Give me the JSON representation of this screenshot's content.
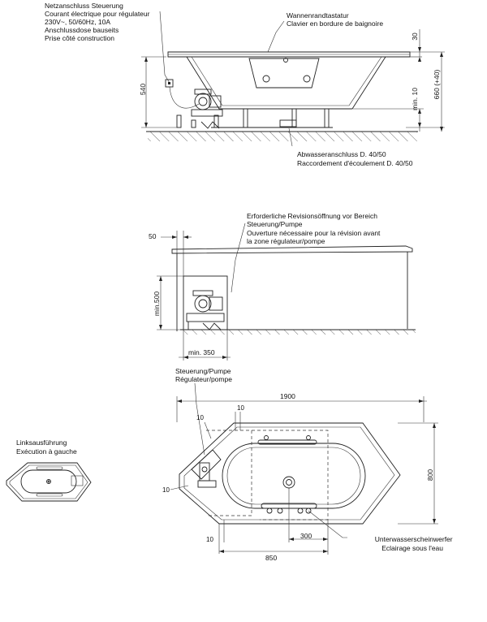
{
  "side_view": {
    "mains_label": [
      "Netzanschluss Steuerung",
      "Courant électrique pour régulateur",
      "230V~, 50/60Hz, 10A",
      "Anschlussdose bauseits",
      "Prise côté construction"
    ],
    "keypad_label": [
      "Wannenrandtastatur",
      "Clavier en bordure de baignoire"
    ],
    "drain_label": [
      "Abwasseranschluss D. 40/50",
      "Raccordement d'écoulement D. 40/50"
    ],
    "dim_540": "540",
    "dim_30": "30",
    "dim_min10": "min. 10",
    "dim_660": "660 (+40)"
  },
  "revision_view": {
    "label": [
      "Erforderliche Revisionsöffnung vor Bereich",
      "Steuerung/Pumpe",
      "Ouverture nécessaire pour la révision avant",
      "la zone régulateur/pompe"
    ],
    "dim_50": "50",
    "dim_min500": "min.500",
    "dim_min350": "min. 350"
  },
  "plan_view": {
    "control_label": [
      "Steuerung/Pumpe",
      "Régulateur/pompe"
    ],
    "dim_1900": "1900",
    "dim_800": "800",
    "dim_10_a": "10",
    "dim_10_b": "10",
    "dim_10_c": "10",
    "dim_10_d": "10",
    "dim_300": "300",
    "dim_850": "850",
    "light_label": [
      "Unterwasserscheinwerfer",
      "Eclairage sous l'eau"
    ]
  },
  "left_version": {
    "label": [
      "Linksausführung",
      "Exécution à gauche"
    ]
  }
}
